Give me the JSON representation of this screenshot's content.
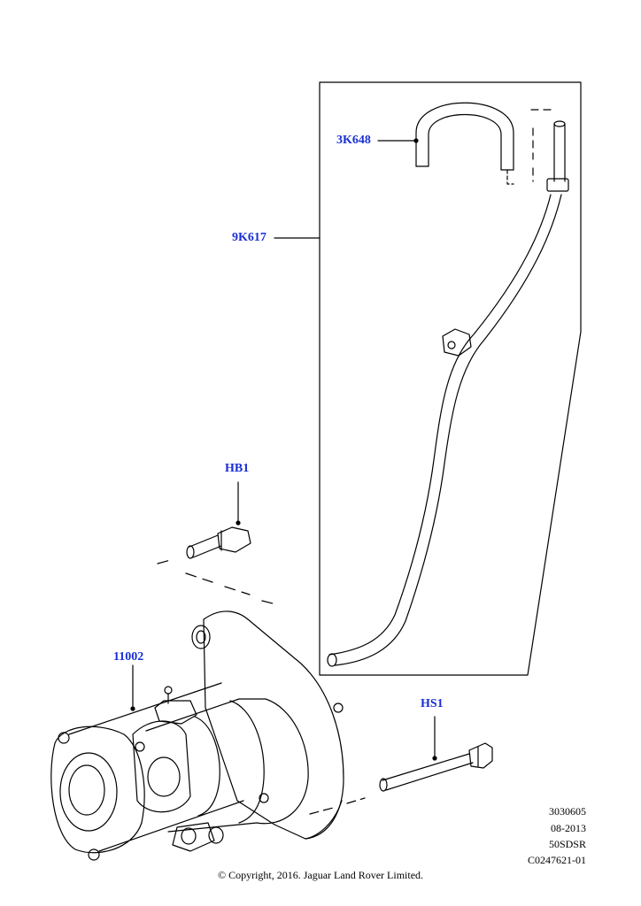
{
  "callouts": {
    "hose_small": "3K648",
    "breather_pipe": "9K617",
    "bolt_bracket": "HB1",
    "starter_motor": "11002",
    "bolt_long": "HS1"
  },
  "reference": {
    "line1": "3030605",
    "line2": "08-2013",
    "line3": "50SDSR",
    "line4": "C0247621-01"
  },
  "copyright": "© Copyright, 2016. Jaguar Land Rover Limited.",
  "colors": {
    "callout": "#1a2fd6",
    "line": "#000000"
  }
}
